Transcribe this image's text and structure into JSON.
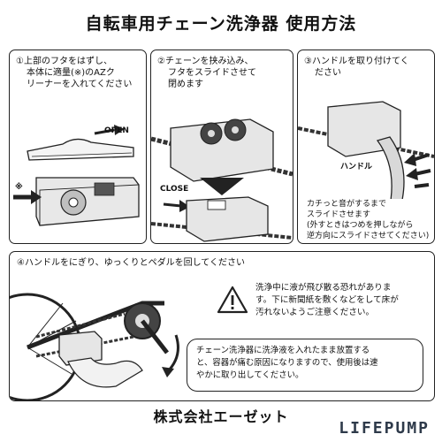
{
  "title": "自転車用チェーン洗浄器 使用方法",
  "steps": {
    "s1": {
      "line1": "①上部のフタをはずし、",
      "line2": "本体に適量(※)のAZク",
      "line3": "リーナーを入れてください",
      "open": "OPEN",
      "note_mark": "※"
    },
    "s2": {
      "line1": "②チェーンを挟み込み、",
      "line2": "フタをスライドさせて",
      "line3": "閉めます",
      "close": "CLOSE"
    },
    "s3": {
      "line1": "③ハンドルを取り付けてく",
      "line2": "ださい",
      "handle": "ハンドル",
      "note1": "カチっと音がするまで",
      "note2": "スライドさせます",
      "note3": "(外すときはつめを押しながら",
      "note4": "逆方向にスライドさせてください)"
    },
    "s4": {
      "line1": "④ハンドルをにぎり、ゆっくりとペダルを回してください",
      "warn1": "洗浄中に液が飛び散る恐れがありま",
      "warn2": "す。下に新聞紙を敷くなどをして床が",
      "warn3": "汚れないようご注意ください。",
      "box1": "チェーン洗浄器に洗浄液を入れたまま放置する",
      "box2": "と、容器が痛む原因になりますので、使用後は速",
      "box3": "やかに取り出してください。"
    }
  },
  "footer": "株式会社エーゼット",
  "watermark": "LIFEPUMP"
}
